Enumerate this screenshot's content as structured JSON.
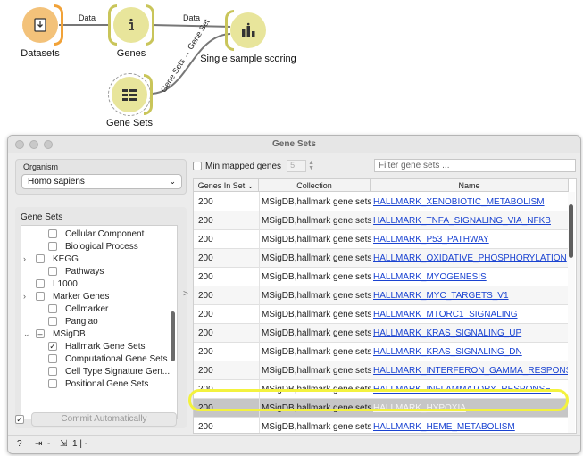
{
  "workflow": {
    "nodes": [
      {
        "label": "Datasets",
        "icon": "datasets-icon",
        "color": "#f3c27a",
        "arc": "#f1a238"
      },
      {
        "label": "Genes",
        "icon": "info-icon",
        "color": "#e8e59b",
        "arc": "#c9c55a"
      },
      {
        "label": "Single sample scoring",
        "icon": "bar-chart-icon",
        "color": "#e8e59b",
        "arc": "#c9c55a"
      },
      {
        "label": "Gene Sets",
        "icon": "gene-sets-icon",
        "color": "#e8e59b",
        "arc": "#c9c55a"
      }
    ],
    "links": [
      {
        "label": "Data"
      },
      {
        "label": "Data"
      },
      {
        "label": "Gene Sets → Gene Set"
      }
    ]
  },
  "window": {
    "title": "Gene Sets"
  },
  "organism": {
    "title": "Organism",
    "selected": "Homo sapiens"
  },
  "gene_sets": {
    "title": "Gene Sets",
    "tree": [
      {
        "label": "Cellular Component",
        "checked": false,
        "expander": ""
      },
      {
        "label": "Biological Process",
        "checked": false,
        "expander": ""
      },
      {
        "label": "KEGG",
        "checked": false,
        "expander": "›"
      },
      {
        "label": "Pathways",
        "checked": false,
        "expander": ""
      },
      {
        "label": "L1000",
        "checked": false,
        "expander": ""
      },
      {
        "label": "Marker Genes",
        "checked": false,
        "expander": "›"
      },
      {
        "label": "Cellmarker",
        "checked": false,
        "expander": ""
      },
      {
        "label": "Panglao",
        "checked": false,
        "expander": ""
      },
      {
        "label": "MSigDB",
        "checked": "partial",
        "expander": "⌄"
      },
      {
        "label": "Hallmark Gene Sets",
        "checked": true,
        "expander": ""
      },
      {
        "label": "Computational Gene Sets",
        "checked": false,
        "expander": ""
      },
      {
        "label": "Cell Type Signature Gen...",
        "checked": false,
        "expander": ""
      },
      {
        "label": "Positional Gene Sets",
        "checked": false,
        "expander": ""
      }
    ]
  },
  "commit": {
    "checked": true,
    "label": "Commit Automatically"
  },
  "filter_bar": {
    "min_mapped_label": "Min mapped genes",
    "min_mapped_value": "5",
    "filter_placeholder": "Filter gene sets ..."
  },
  "table": {
    "columns": [
      "Genes In Set",
      "Collection",
      "Name"
    ],
    "sort_indicator": "⌄",
    "rows": [
      {
        "genes": "200",
        "collection": "MSigDB,hallmark gene sets",
        "name": "HALLMARK_XENOBIOTIC_METABOLISM"
      },
      {
        "genes": "200",
        "collection": "MSigDB,hallmark gene sets",
        "name": "HALLMARK_TNFA_SIGNALING_VIA_NFKB"
      },
      {
        "genes": "200",
        "collection": "MSigDB,hallmark gene sets",
        "name": "HALLMARK_P53_PATHWAY"
      },
      {
        "genes": "200",
        "collection": "MSigDB,hallmark gene sets",
        "name": "HALLMARK_OXIDATIVE_PHOSPHORYLATION"
      },
      {
        "genes": "200",
        "collection": "MSigDB,hallmark gene sets",
        "name": "HALLMARK_MYOGENESIS"
      },
      {
        "genes": "200",
        "collection": "MSigDB,hallmark gene sets",
        "name": "HALLMARK_MYC_TARGETS_V1"
      },
      {
        "genes": "200",
        "collection": "MSigDB,hallmark gene sets",
        "name": "HALLMARK_MTORC1_SIGNALING"
      },
      {
        "genes": "200",
        "collection": "MSigDB,hallmark gene sets",
        "name": "HALLMARK_KRAS_SIGNALING_UP"
      },
      {
        "genes": "200",
        "collection": "MSigDB,hallmark gene sets",
        "name": "HALLMARK_KRAS_SIGNALING_DN"
      },
      {
        "genes": "200",
        "collection": "MSigDB,hallmark gene sets",
        "name": "HALLMARK_INTERFERON_GAMMA_RESPONSE"
      },
      {
        "genes": "200",
        "collection": "MSigDB,hallmark gene sets",
        "name": "HALLMARK_INFLAMMATORY_RESPONSE"
      },
      {
        "genes": "200",
        "collection": "MSigDB,hallmark gene sets",
        "name": "HALLMARK_HYPOXIA"
      },
      {
        "genes": "200",
        "collection": "MSigDB,hallmark gene sets",
        "name": "HALLMARK_HEME_METABOLISM"
      }
    ],
    "selected_row": 11,
    "highlight_color": "#f3f23e",
    "link_color": "#1a43d1"
  },
  "statusbar": {
    "help": "?",
    "input_icon": "input-icon",
    "input_label": "-",
    "output_icon": "output-icon",
    "output_label": "1 | -"
  }
}
